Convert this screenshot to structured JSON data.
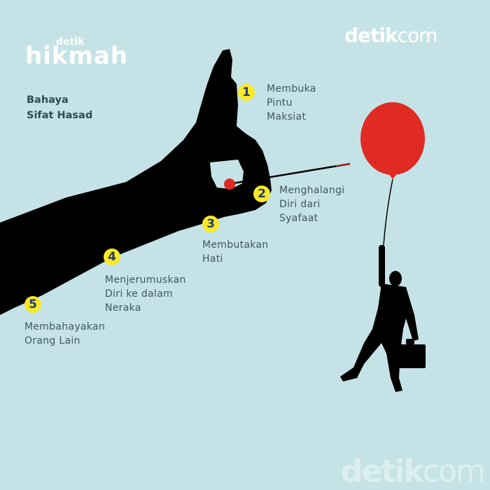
{
  "brand": {
    "hikmah_small": "detik",
    "hikmah_big": "hikmah",
    "top_right_bold": "detik",
    "top_right_light": "com",
    "watermark_bold": "detik",
    "watermark_light": "com"
  },
  "title": {
    "line1": "Bahaya",
    "line2": "Sifat Hasad"
  },
  "items": [
    {
      "number": "1",
      "text": "Membuka\nPintu\nMaksiat"
    },
    {
      "number": "2",
      "text": "Menghalangi\nDiri dari\nSyafaat"
    },
    {
      "number": "3",
      "text": "Membutakan\nHati"
    },
    {
      "number": "4",
      "text": "Menjerumuskan\nDiri ke dalam\nNeraka"
    },
    {
      "number": "5",
      "text": "Membahayakan\nOrang Lain"
    }
  ],
  "colors": {
    "background": "#c5e3e6",
    "badge": "#f7e82a",
    "badge_text": "#2a3b66",
    "balloon": "#e02a24",
    "silhouette": "#000000",
    "text": "#3f5560"
  }
}
